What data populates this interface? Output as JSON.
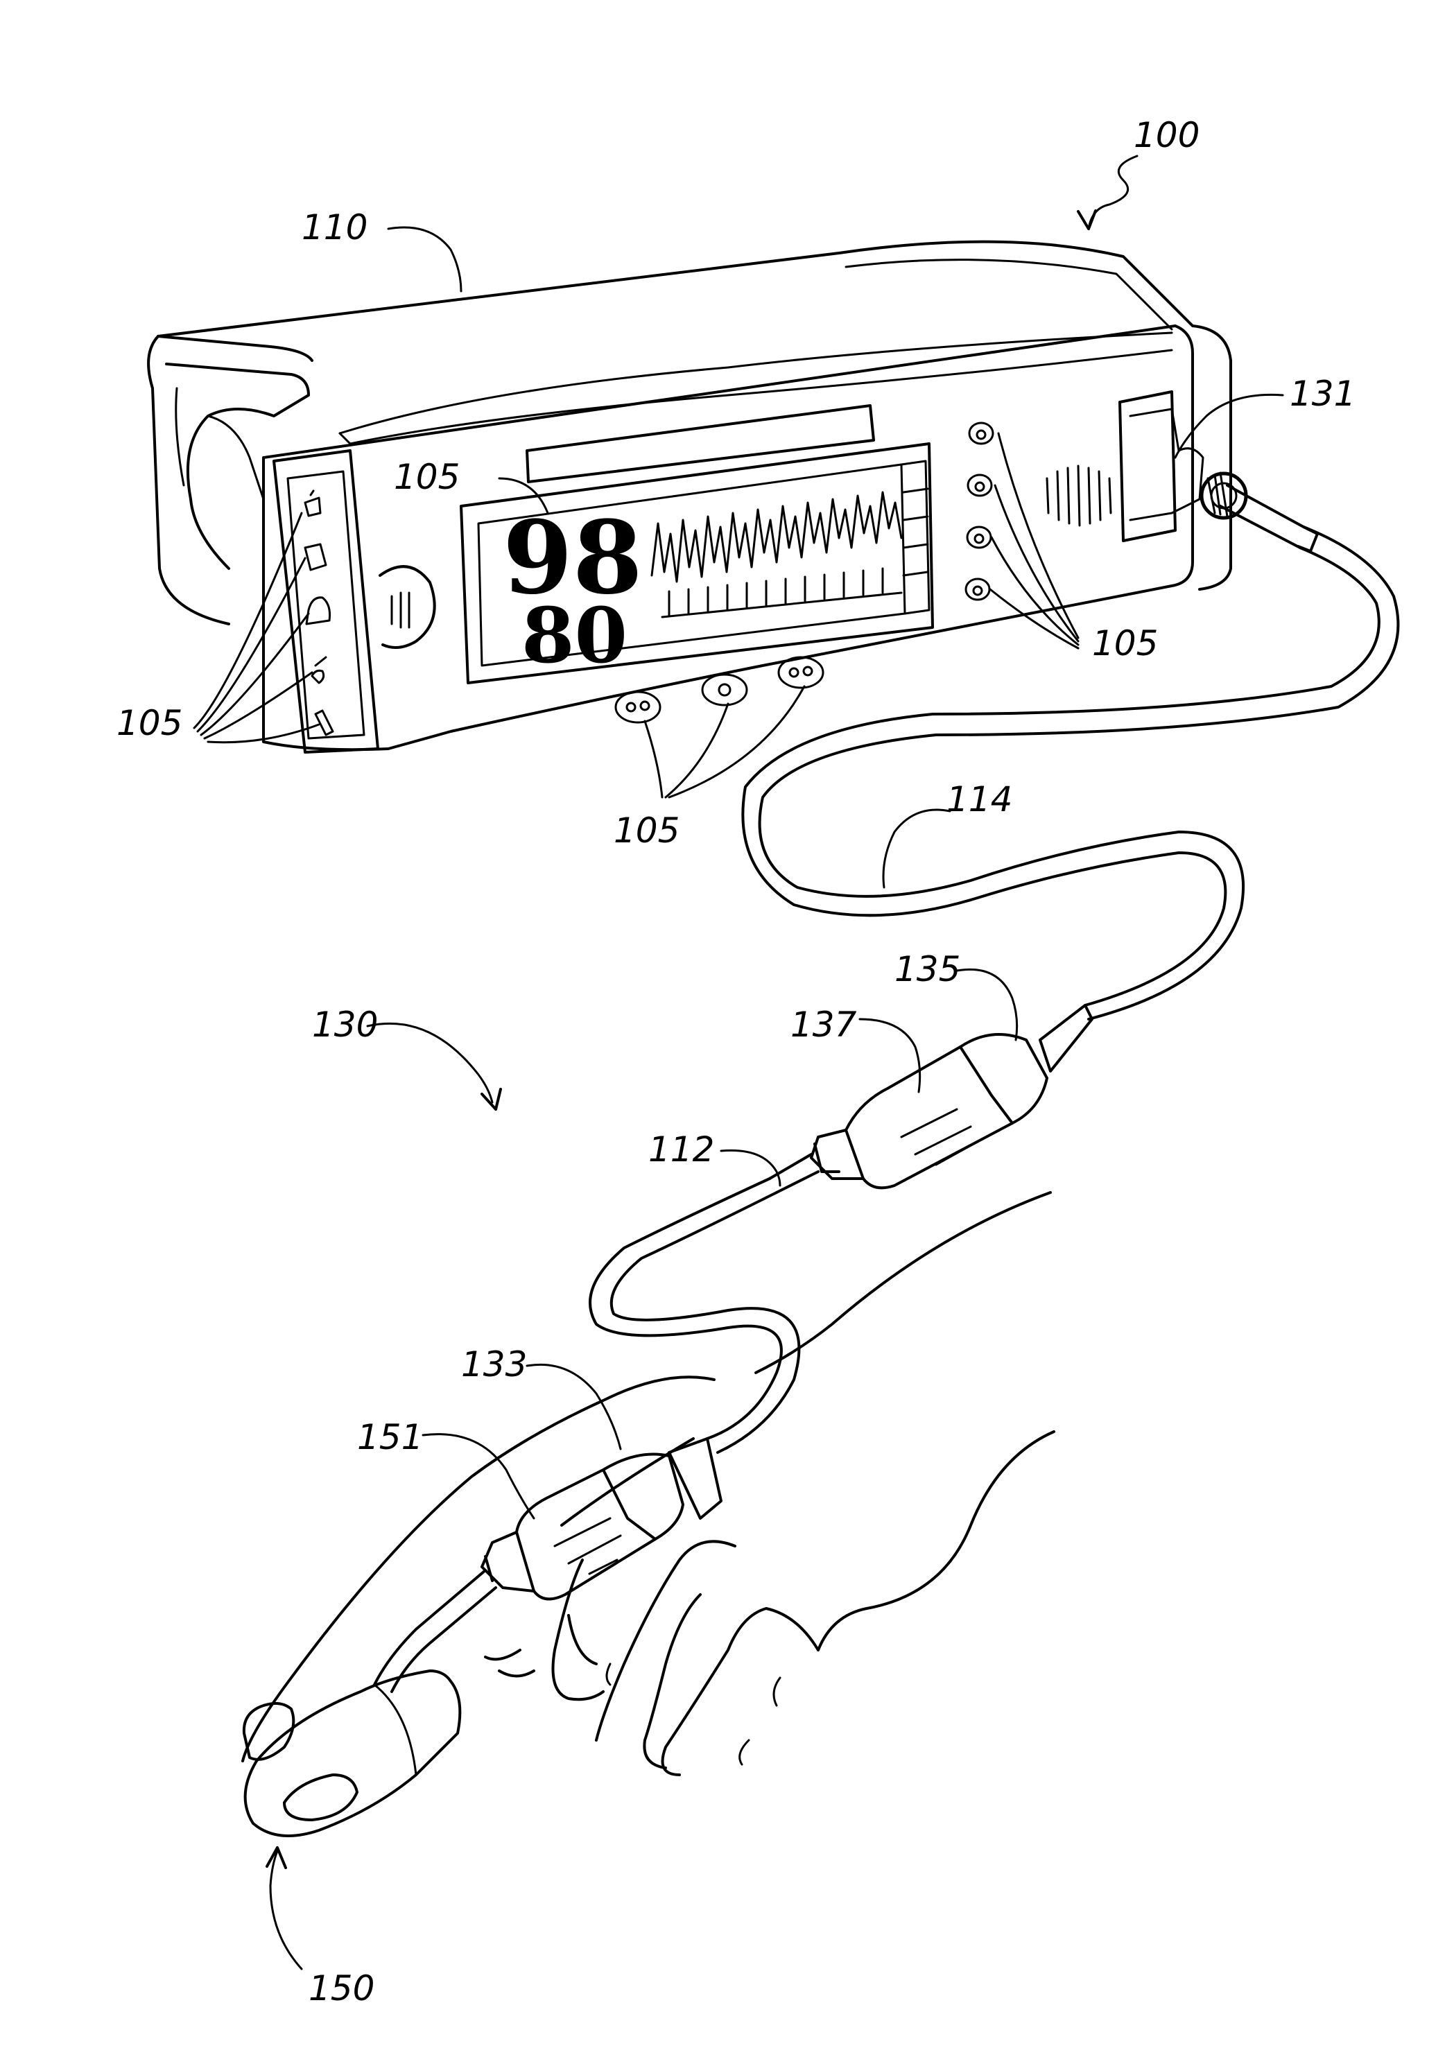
{
  "figure": {
    "display": {
      "value_top": "98",
      "value_bottom": "80"
    },
    "labels": {
      "device": "100",
      "housing": "110",
      "connector_port": "131",
      "cable_main": "114",
      "cable_sensor": "112",
      "sensor_assembly": "130",
      "connector_male": "135",
      "connector_female": "137",
      "connector_sensor": "133",
      "sensor_body": "151",
      "clip": "150",
      "ctrl_display": "105",
      "ctrl_right": "105",
      "ctrl_bottom": "105",
      "ctrl_left": "105"
    }
  }
}
